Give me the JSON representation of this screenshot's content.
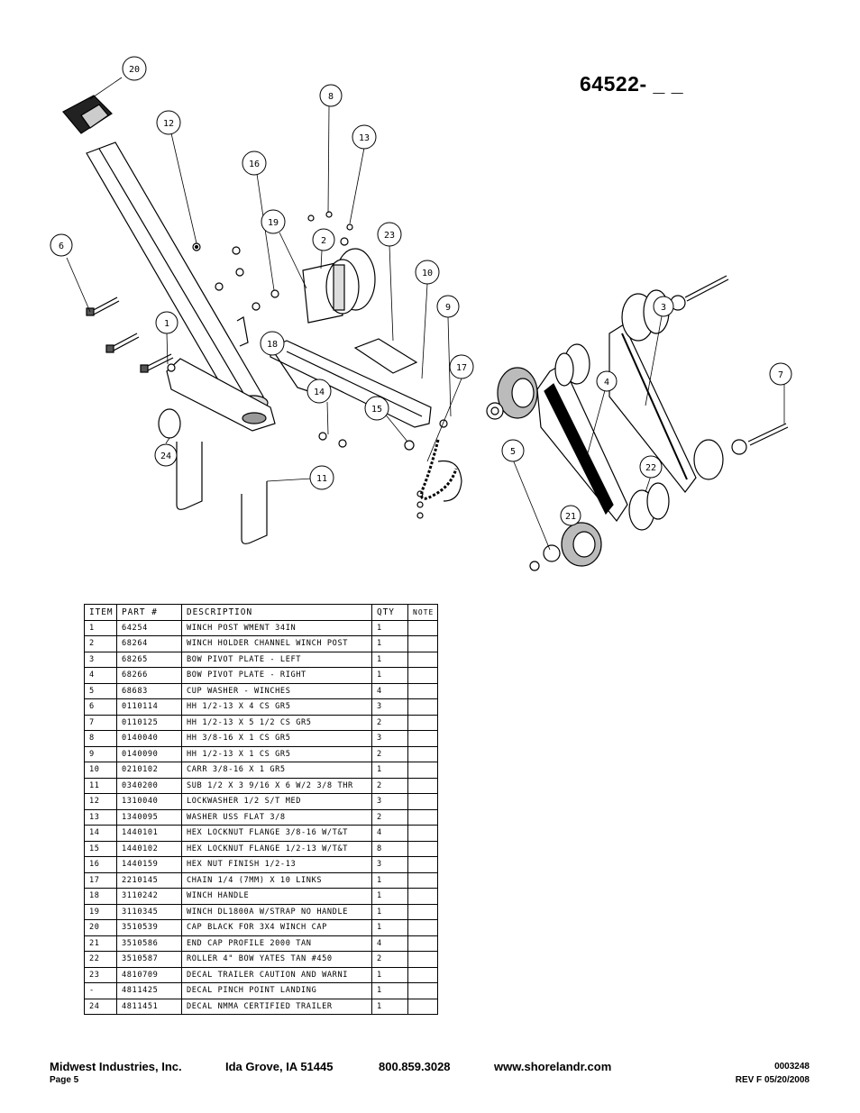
{
  "model_number": "64522- _ _",
  "callouts": [
    "20",
    "12",
    "8",
    "13",
    "16",
    "19",
    "2",
    "23",
    "6",
    "10",
    "9",
    "1",
    "18",
    "3",
    "17",
    "14",
    "15",
    "4",
    "7",
    "24",
    "5",
    "22",
    "11",
    "21"
  ],
  "parts_table": {
    "headers": [
      "ITEM",
      "PART #",
      "DESCRIPTION",
      "QTY",
      "NOTE"
    ],
    "rows": [
      [
        "1",
        "64254",
        "WINCH POST WMENT  34IN",
        "1",
        ""
      ],
      [
        "2",
        "68264",
        "WINCH HOLDER CHANNEL WINCH POST",
        "1",
        ""
      ],
      [
        "3",
        "68265",
        "BOW PIVOT PLATE - LEFT",
        "1",
        ""
      ],
      [
        "4",
        "68266",
        "BOW PIVOT PLATE - RIGHT",
        "1",
        ""
      ],
      [
        "5",
        "68683",
        "CUP WASHER - WINCHES",
        "4",
        ""
      ],
      [
        "6",
        "0110114",
        "HH 1/2-13 X 4 CS GR5",
        "3",
        ""
      ],
      [
        "7",
        "0110125",
        "HH 1/2-13 X 5 1/2 CS GR5",
        "2",
        ""
      ],
      [
        "8",
        "0140040",
        "HH 3/8-16 X 1 CS GR5",
        "3",
        ""
      ],
      [
        "9",
        "0140090",
        "HH 1/2-13 X 1 CS GR5",
        "2",
        ""
      ],
      [
        "10",
        "0210102",
        "CARR 3/8-16 X 1 GR5",
        "1",
        ""
      ],
      [
        "11",
        "0340200",
        "SUB 1/2 X 3 9/16 X 6 W/2 3/8 THR",
        "2",
        ""
      ],
      [
        "12",
        "1310040",
        "LOCKWASHER 1/2 S/T MED",
        "3",
        ""
      ],
      [
        "13",
        "1340095",
        "WASHER USS FLAT 3/8",
        "2",
        ""
      ],
      [
        "14",
        "1440101",
        "HEX LOCKNUT FLANGE 3/8-16 W/T&T",
        "4",
        ""
      ],
      [
        "15",
        "1440102",
        "HEX LOCKNUT FLANGE 1/2-13 W/T&T",
        "8",
        ""
      ],
      [
        "16",
        "1440159",
        "HEX NUT FINISH 1/2-13",
        "3",
        ""
      ],
      [
        "17",
        "2210145",
        "CHAIN 1/4 (7MM) X 10 LINKS",
        "1",
        ""
      ],
      [
        "18",
        "3110242",
        "WINCH HANDLE",
        "1",
        ""
      ],
      [
        "19",
        "3110345",
        "WINCH DL1800A W/STRAP  NO HANDLE",
        "1",
        ""
      ],
      [
        "20",
        "3510539",
        "CAP BLACK FOR 3X4 WINCH CAP",
        "1",
        ""
      ],
      [
        "21",
        "3510586",
        "END CAP PROFILE 2000 TAN",
        "4",
        ""
      ],
      [
        "22",
        "3510587",
        "ROLLER 4\" BOW YATES TAN #450",
        "2",
        ""
      ],
      [
        "23",
        "4810709",
        "DECAL TRAILER CAUTION AND WARNI",
        "1",
        ""
      ],
      [
        "-",
        "4811425",
        "DECAL PINCH POINT LANDING",
        "1",
        ""
      ],
      [
        "24",
        "4811451",
        " DECAL NMMA CERTIFIED TRAILER",
        "1",
        ""
      ]
    ]
  },
  "footer": {
    "company": "Midwest Industries, Inc.",
    "city": "Ida Grove, IA  51445",
    "phone": "800.859.3028",
    "website": "www.shorelandr.com",
    "page": "Page 5",
    "doc_number": "0003248",
    "revision": "REV  F  05/20/2008"
  }
}
